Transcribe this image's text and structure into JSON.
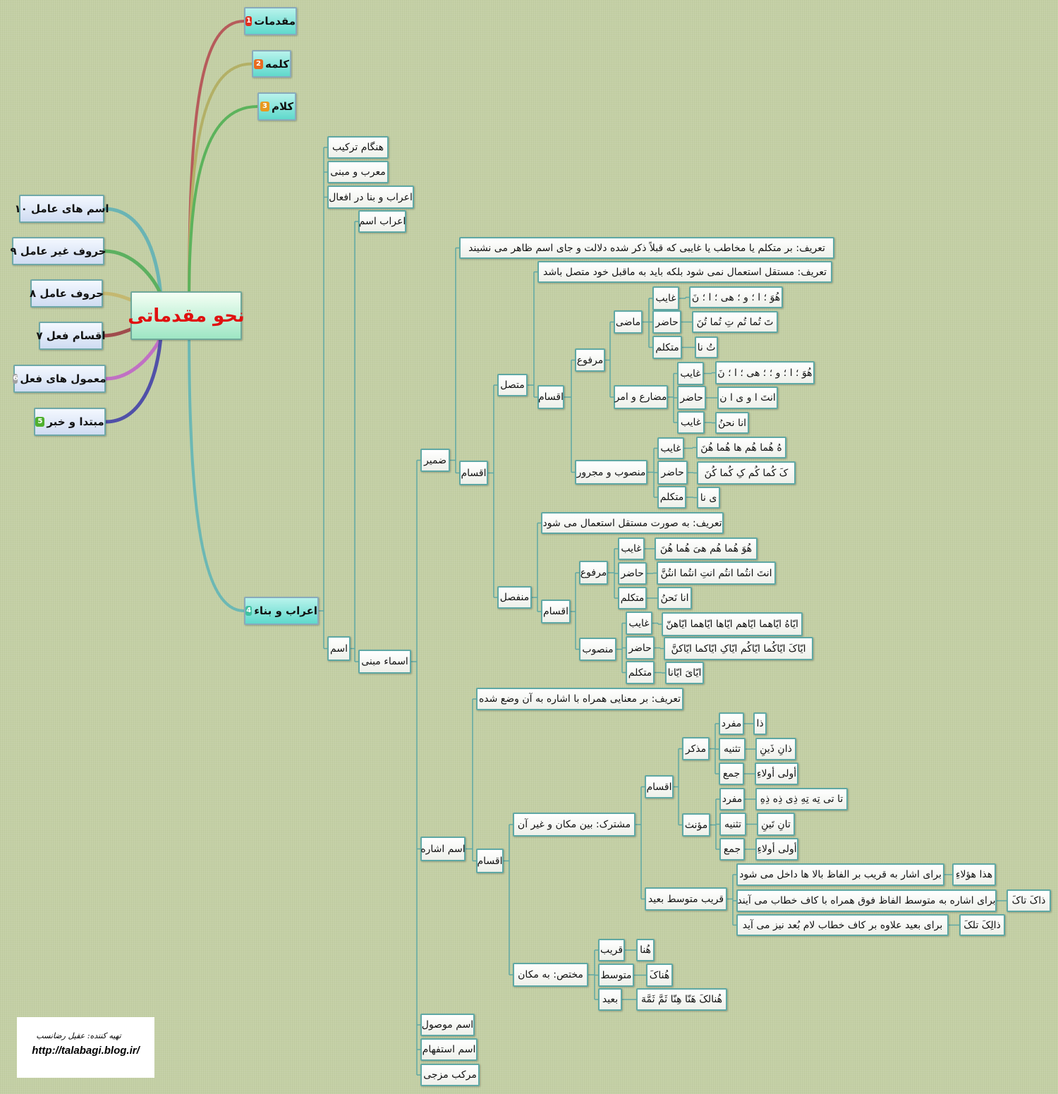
{
  "colors": {
    "branch_1": "#b65b5b",
    "branch_2": "#b3b066",
    "branch_3": "#5cb35c",
    "branch_4": "#6cb8b4",
    "left_10": "#6ab4b4",
    "left_9": "#5cb060",
    "left_8": "#c4b870",
    "left_7": "#a04c4c",
    "left_6": "#c070c4",
    "left_5": "#5050a8",
    "connector": "#5fa8a4"
  },
  "center": {
    "title": "نحو مقدماتی"
  },
  "main": {
    "b1": {
      "label": "مقدمات",
      "badge": "1",
      "badge_color": "#e03020"
    },
    "b2": {
      "label": "کلمه",
      "badge": "2",
      "badge_color": "#e86a20"
    },
    "b3": {
      "label": "کلام",
      "badge": "3",
      "badge_color": "#e89a20"
    },
    "b4": {
      "label": "اعراب و بناء",
      "badge": "4",
      "badge_color": "#40c0a0"
    },
    "l10": {
      "label": "اسم های عامل ۱۰"
    },
    "l9": {
      "label": "حروف غیر عامل ۹"
    },
    "l8": {
      "label": "حروف عامل ۸"
    },
    "l7": {
      "label": "اقسام فعل ۷"
    },
    "l6": {
      "label": "معمول های فعل",
      "badge": "6",
      "badge_color": "#a0a0a0"
    },
    "l5": {
      "label": "مبتدا و خبر",
      "badge": "5",
      "badge_color": "#50b030"
    }
  },
  "nodes": {
    "hengam": "هنگام ترکیب",
    "moarab": "معرب و مبنی",
    "afal": "اعراب و بنا در افعال",
    "esm": "اسم",
    "erab_esm": "اعراب اسم",
    "asma_mabni": "اسماء مبنی",
    "zamir": "ضمیر",
    "eshare": "اسم اشاره",
    "mowsul": "اسم موصول",
    "estefham": "اسم استفهام",
    "morakkab": "مرکب مزجی",
    "z_def": "تعریف: بر متکلم یا مخاطب یا غایبی که قبلاً ذکر شده دلالت و جای اسم ظاهر می نشیند",
    "z_aqsam": "اقسام",
    "mottasel": "متصل",
    "monfasel": "منفصل",
    "m_def": "تعریف: مستقل استعمال نمی شود بلکه باید به ماقبل خود متصل باشد",
    "m_aqsam": "اقسام",
    "m_marfu": "مرفوع",
    "m_mansub": "منصوب و مجرور",
    "mazi": "ماضی",
    "mozare": "مضارع و امر",
    "mz_g": "غایب",
    "mz_h": "حاضر",
    "mz_m": "متکلم",
    "mz_g_v": "هُوَ ؛ ا ؛ و ؛ هی ؛ ا ؛ نَ",
    "mz_h_v": "تَ تُما تُم تِ تُما تُنَ",
    "mz_m_v": "تُ نا",
    "mo_g": "غایب",
    "mo_h": "حاضر",
    "mo_g2": "غایب",
    "mo_g_v": "هُوَ ؛ ا ؛ و ؛ ؛ هی ؛ ا ؛ نَ",
    "mo_h_v": "انتَ ا و ی ا ن",
    "mo_g2_v": "انا نحنُ",
    "mn_g": "غایب",
    "mn_h": "حاضر",
    "mn_m": "متکلم",
    "mn_g_v": "هُ هُما هُم ها هُما هُنَ",
    "mn_h_v": "کَ کُما کُم کِ کُما کُنَ",
    "mn_m_v": "ی نا",
    "f_def": "تعریف: به صورت مستقل استعمال می شود",
    "f_aqsam": "اقسام",
    "f_marfu": "مرفوع",
    "f_mansub": "منصوب",
    "fr_g": "غایب",
    "fr_h": "حاضر",
    "fr_m": "متکلم",
    "fr_g_v": "هُوَ هُما هُم هیَ هُما هُنَ",
    "fr_h_v": "انتَ انتُما انتُم انتِ انتُما انتُنَّ",
    "fr_m_v": "انا نَحنُ",
    "fs_g": "غایب",
    "fs_h": "حاضر",
    "fs_m": "متکلم",
    "fs_g_v": "ایّاهُ ایّاهما ایّاهم ایّاها ایّاهما ایّاهنّ",
    "fs_h_v": "ایّاکَ ایّاکُما ایّاکُم ایّاکِ ایّاکما ایّاکنَّ",
    "fs_m_v": "ایّایَ ایّانا",
    "e_def": "تعریف:  بر معنایی همراه با اشاره به آن وضع شده",
    "e_aqsam": "اقسام",
    "moshtarak": "مشترک: بین مکان و غیر آن",
    "mokhtas": "مختص:  به مکان",
    "ms_aqsam": "اقسام",
    "qmb": "قریب متوسط بعید",
    "mozakkar": "مذکر",
    "moannas": "مؤنث",
    "mz1": "مفرد",
    "mz2": "تثنیه",
    "mz3": "جمع",
    "mz1_v": "ذا",
    "mz2_v": "ذانِ ذَینِ",
    "mz3_v": "أولی أولاءِ",
    "mo1": "مفرد",
    "mo2": "تثنیه",
    "mo3": "جمع",
    "mo1_v": "تا تی تِه تِهِ ذِی ذِه ذِهِ",
    "mo2_v": "تانِ تَینِ",
    "mo3_v": "أولی أولاءِ",
    "q1": "برای اشار به قریب بر الفاظ بالا ها داخل می شود",
    "q2": "برای اشاره به متوسط الفاظ فوق همراه با کاف خطاب می آیند",
    "q3": "برای بعید علاوه بر کاف خطاب لام بُعد نیز می آید",
    "q1_v": "هذا هؤلاءِ",
    "q2_v": "ذاکَ تاکَ",
    "q3_v": "ذالِکَ تلکَ",
    "k1": "قریب",
    "k2": "متوسط",
    "k3": "بعید",
    "k1_v": "هُنا",
    "k2_v": "هُناکَ",
    "k3_v": "هُنالکَ هَنّا هِنّا ثَمَّ ثَمَّهَ"
  },
  "credit": {
    "author": "تهیه کننده: عقیل رضانسب",
    "url": "http://talabagi.blog.ir/"
  }
}
